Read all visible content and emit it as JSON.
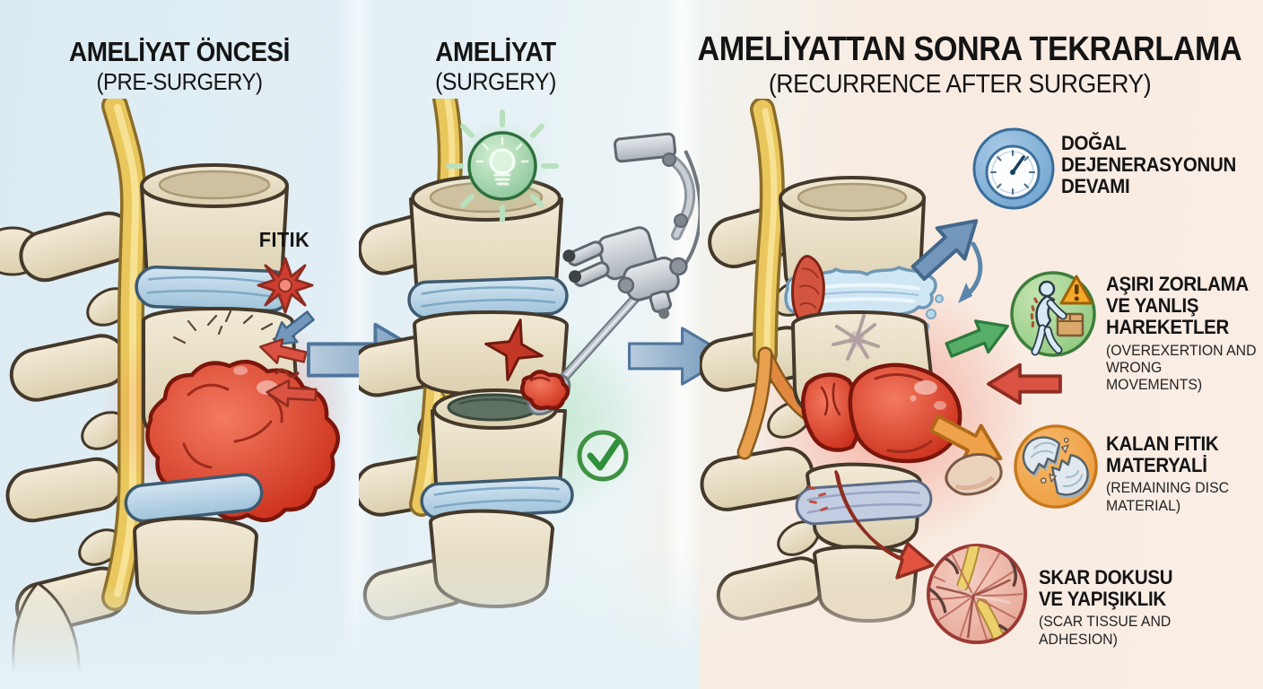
{
  "panels": {
    "pre_surgery": {
      "title": "AMELİYAT ÖNCESİ",
      "subtitle": "(PRE-SURGERY)",
      "hernia_label": "FITIK"
    },
    "surgery": {
      "title": "AMELİYAT",
      "subtitle": "(SURGERY)"
    },
    "recurrence": {
      "title": "AMELİYATTAN SONRA TEKRARLAMA",
      "subtitle": "(RECURRENCE AFTER SURGERY)",
      "causes": [
        {
          "icon": "stopwatch",
          "label": "DOĞAL DEJENERASYONUN DEVAMI",
          "sublabel": ""
        },
        {
          "icon": "person-lifting-box",
          "label": "AŞIRI ZORLAMA VE YANLIŞ HAREKETLER",
          "sublabel": "(OVEREXERTION AND WRONG MOVEMENTS)"
        },
        {
          "icon": "broken-disc",
          "label": "KALAN FITIK MATERYALİ",
          "sublabel": "(REMAINING DISC MATERIAL)"
        },
        {
          "icon": "scar-tissue",
          "label": "SKAR DOKUSU VE YAPIŞIKLIK",
          "sublabel": "(SCAR TISSUE AND ADHESION)"
        }
      ]
    }
  },
  "colors": {
    "bgLeft": "#dcebf3",
    "bgRight": "#f8ece2",
    "text": "#141414",
    "bone": "#e9dfc6",
    "discBlue": "#b7d3e6",
    "nerveYellow": "#e9c75d",
    "herniaRed": "#d93a26",
    "arrowBlue": "#7397ba",
    "arrowGreen": "#57ae68",
    "arrowRed": "#da5242",
    "arrowOrange": "#f0a24a",
    "iconBlue": "#7fb2d9",
    "iconGreen": "#9fd08f",
    "iconOrange": "#f2a44e",
    "scarPink": "#eec0b4",
    "scarBorder": "#9c3a35",
    "checkGreen": "#3a9344"
  }
}
